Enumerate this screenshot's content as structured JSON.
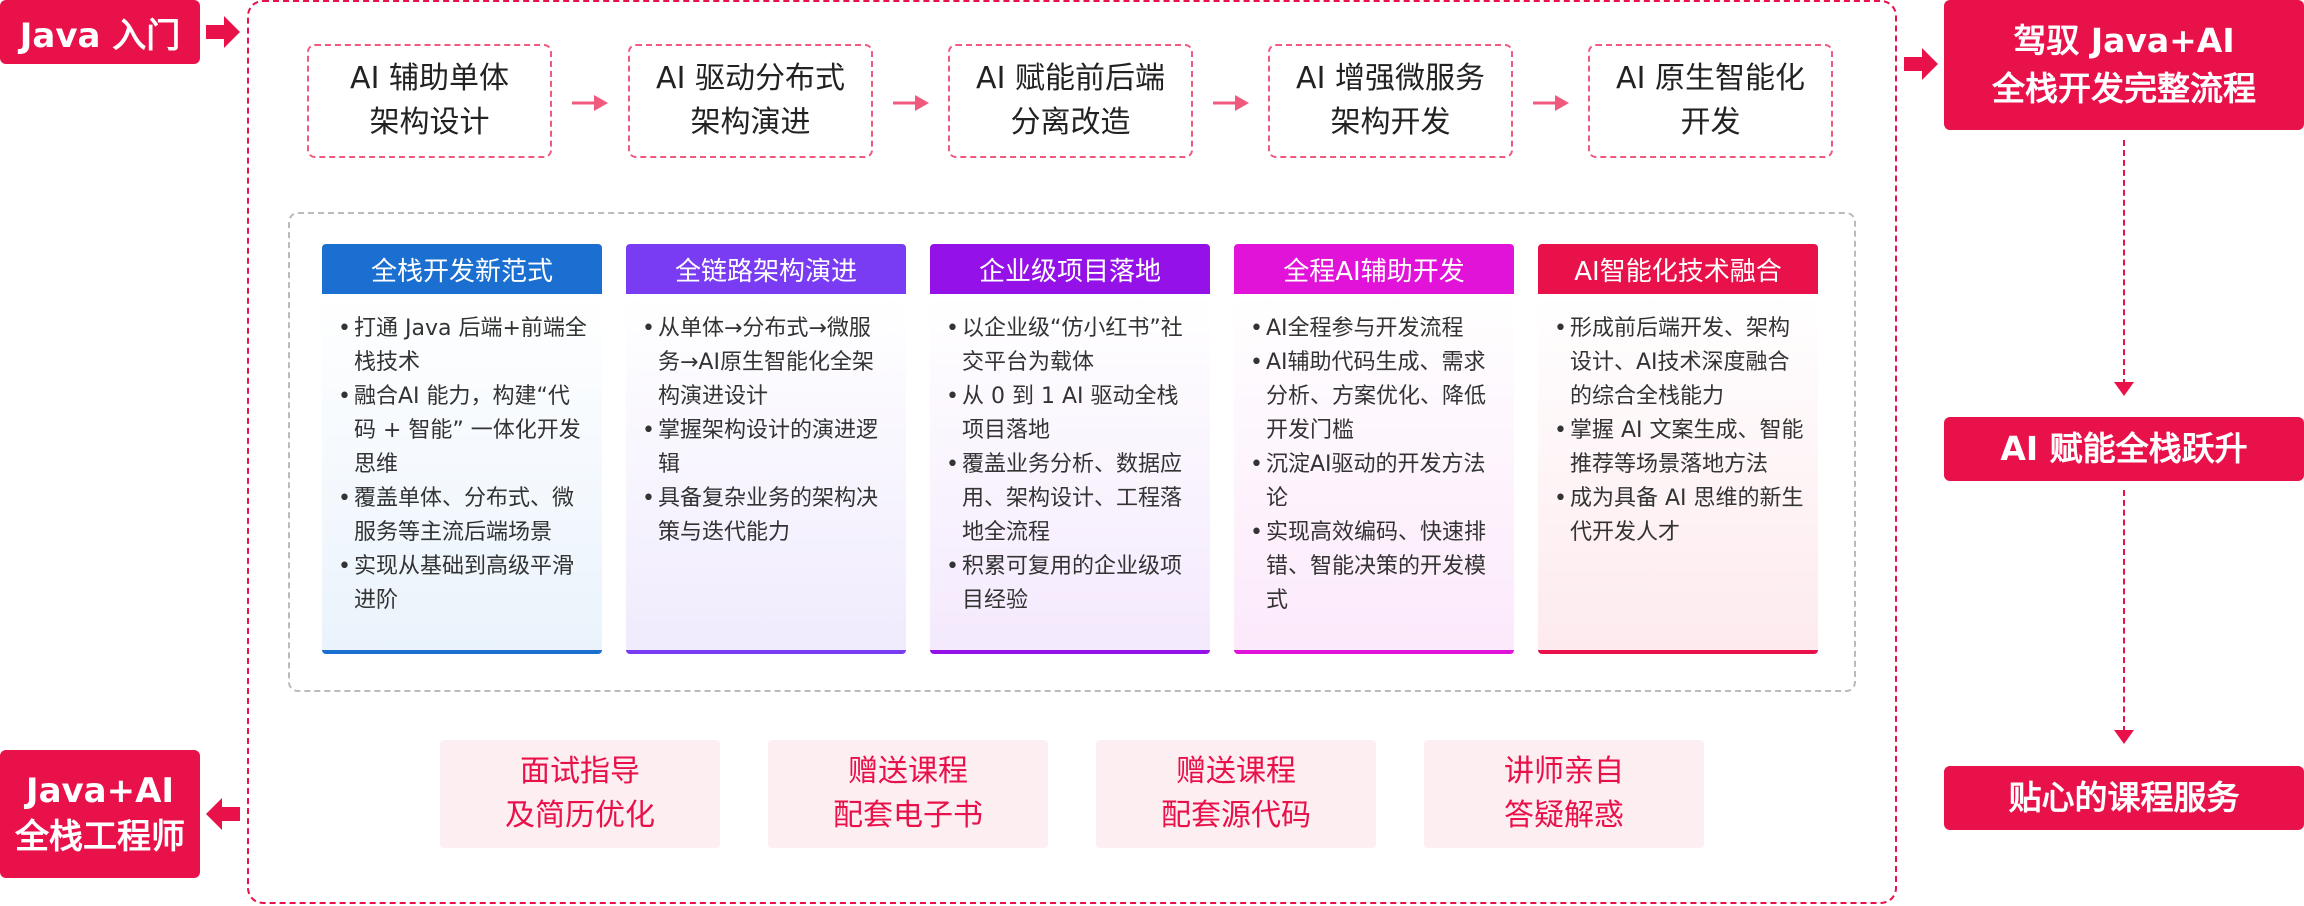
{
  "colors": {
    "accent": "#e8114a",
    "card_blue": "#1a6fd1",
    "card_violet": "#7a3cf2",
    "card_purple": "#9411e8",
    "card_magenta": "#e113d8",
    "card_red": "#e8114a"
  },
  "left": {
    "start_label": "Java 入门",
    "end_label_line1": "Java+AI",
    "end_label_line2": "全栈工程师"
  },
  "flow": [
    {
      "line1": "AI 辅助单体",
      "line2": "架构设计"
    },
    {
      "line1": "AI 驱动分布式",
      "line2": "架构演进"
    },
    {
      "line1": "AI 赋能前后端",
      "line2": "分离改造"
    },
    {
      "line1": "AI 增强微服务",
      "line2": "架构开发"
    },
    {
      "line1": "AI 原生智能化",
      "line2": "开发"
    }
  ],
  "cards": [
    {
      "title": "全栈开发新范式",
      "bullets": [
        "打通 Java 后端+前端全栈技术",
        "融合AI 能力，构建“代码 + 智能” 一体化开发思维",
        "覆盖单体、分布式、微服务等主流后端场景",
        "实现从基础到高级平滑进阶"
      ]
    },
    {
      "title": "全链路架构演进",
      "bullets": [
        "从单体→分布式→微服务→AI原生智能化全架构演进设计",
        "掌握架构设计的演进逻辑",
        "具备复杂业务的架构决策与迭代能力"
      ]
    },
    {
      "title": "企业级项目落地",
      "bullets": [
        "以企业级“仿小红书”社交平台为载体",
        "从 0 到 1 AI 驱动全栈项目落地",
        "覆盖业务分析、数据应用、架构设计、工程落地全流程",
        "积累可复用的企业级项目经验"
      ]
    },
    {
      "title": "全程AI辅助开发",
      "bullets": [
        "AI全程参与开发流程",
        "AI辅助代码生成、需求分析、方案优化、降低开发门槛",
        "沉淀AI驱动的开发方法论",
        "实现高效编码、快速排错、智能决策的开发模式"
      ]
    },
    {
      "title": "AI智能化技术融合",
      "bullets": [
        "形成前后端开发、架构设计、AI技术深度融合的综合全栈能力",
        "掌握 AI 文案生成、智能推荐等场景落地方法",
        "成为具备 AI 思维的新生代开发人才"
      ]
    }
  ],
  "services": [
    {
      "line1": "面试指导",
      "line2": "及简历优化"
    },
    {
      "line1": "赠送课程",
      "line2": "配套电子书"
    },
    {
      "line1": "赠送课程",
      "line2": "配套源代码"
    },
    {
      "line1": "讲师亲自",
      "line2": "答疑解惑"
    }
  ],
  "right": {
    "stage1_line1": "驾驭 Java+AI",
    "stage1_line2": "全栈开发完整流程",
    "stage2": "AI 赋能全栈跃升",
    "stage3": "贴心的课程服务"
  }
}
